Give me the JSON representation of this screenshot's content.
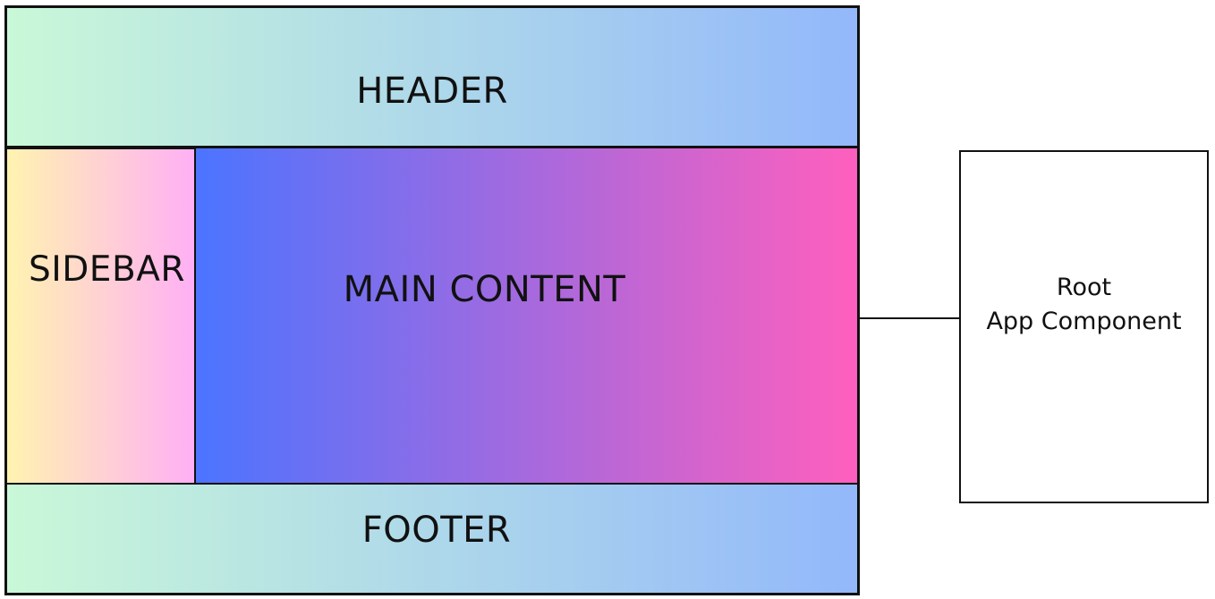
{
  "layout": {
    "header": {
      "label": "HEADER"
    },
    "sidebar": {
      "label": "SIDEBAR"
    },
    "main": {
      "label": "MAIN CONTENT"
    },
    "footer": {
      "label": "FOOTER"
    }
  },
  "root_component": {
    "line1": "Root",
    "line2": "App Component"
  },
  "colors": {
    "header_gradient": [
      "#c9f8d8",
      "#93b8fb"
    ],
    "sidebar_gradient": [
      "#fff3b0",
      "#ffb0f5"
    ],
    "main_gradient": [
      "#4b74ff",
      "#ff5fbd"
    ],
    "footer_gradient": [
      "#c9f8d8",
      "#93b8fb"
    ],
    "border": "#111111"
  }
}
